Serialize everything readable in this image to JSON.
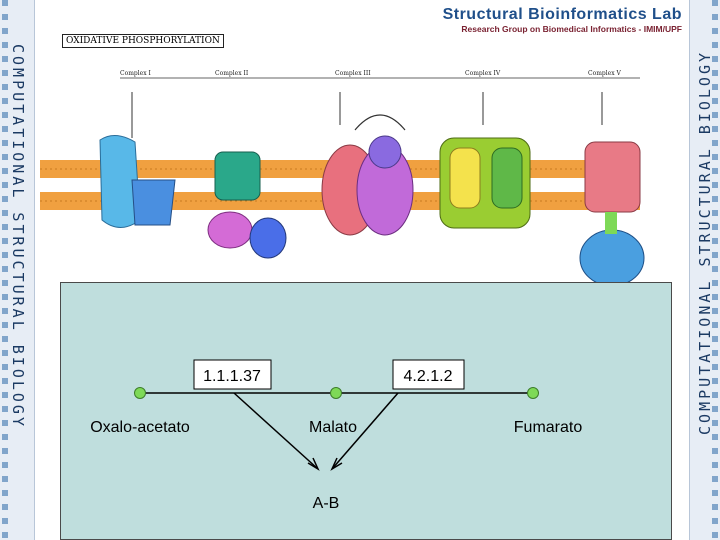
{
  "header": {
    "title": "Structural Bioinformatics Lab",
    "subtitle": "Research Group on Biomedical Informatics - IMIM/UPF"
  },
  "sidebar": {
    "left_text": "COMPUTATIONAL STRUCTURAL BIOLOGY",
    "right_text": "COMPUTATIONAL STRUCTURAL BIOLOGY"
  },
  "pathway": {
    "title": "OXIDATIVE PHOSPHORYLATION",
    "complexes": [
      "Complex I",
      "Complex II",
      "Complex III",
      "Complex IV",
      "Complex V"
    ]
  },
  "reaction": {
    "enzyme1": "1.1.1.37",
    "enzyme2": "4.2.1.2",
    "compounds": [
      "Oxalo-acetato",
      "Malato",
      "Fumarato"
    ],
    "product": "A-B"
  },
  "colors": {
    "panel_bg": "#bfdedd",
    "node": "#7ed957",
    "membrane": "#f0a040"
  }
}
